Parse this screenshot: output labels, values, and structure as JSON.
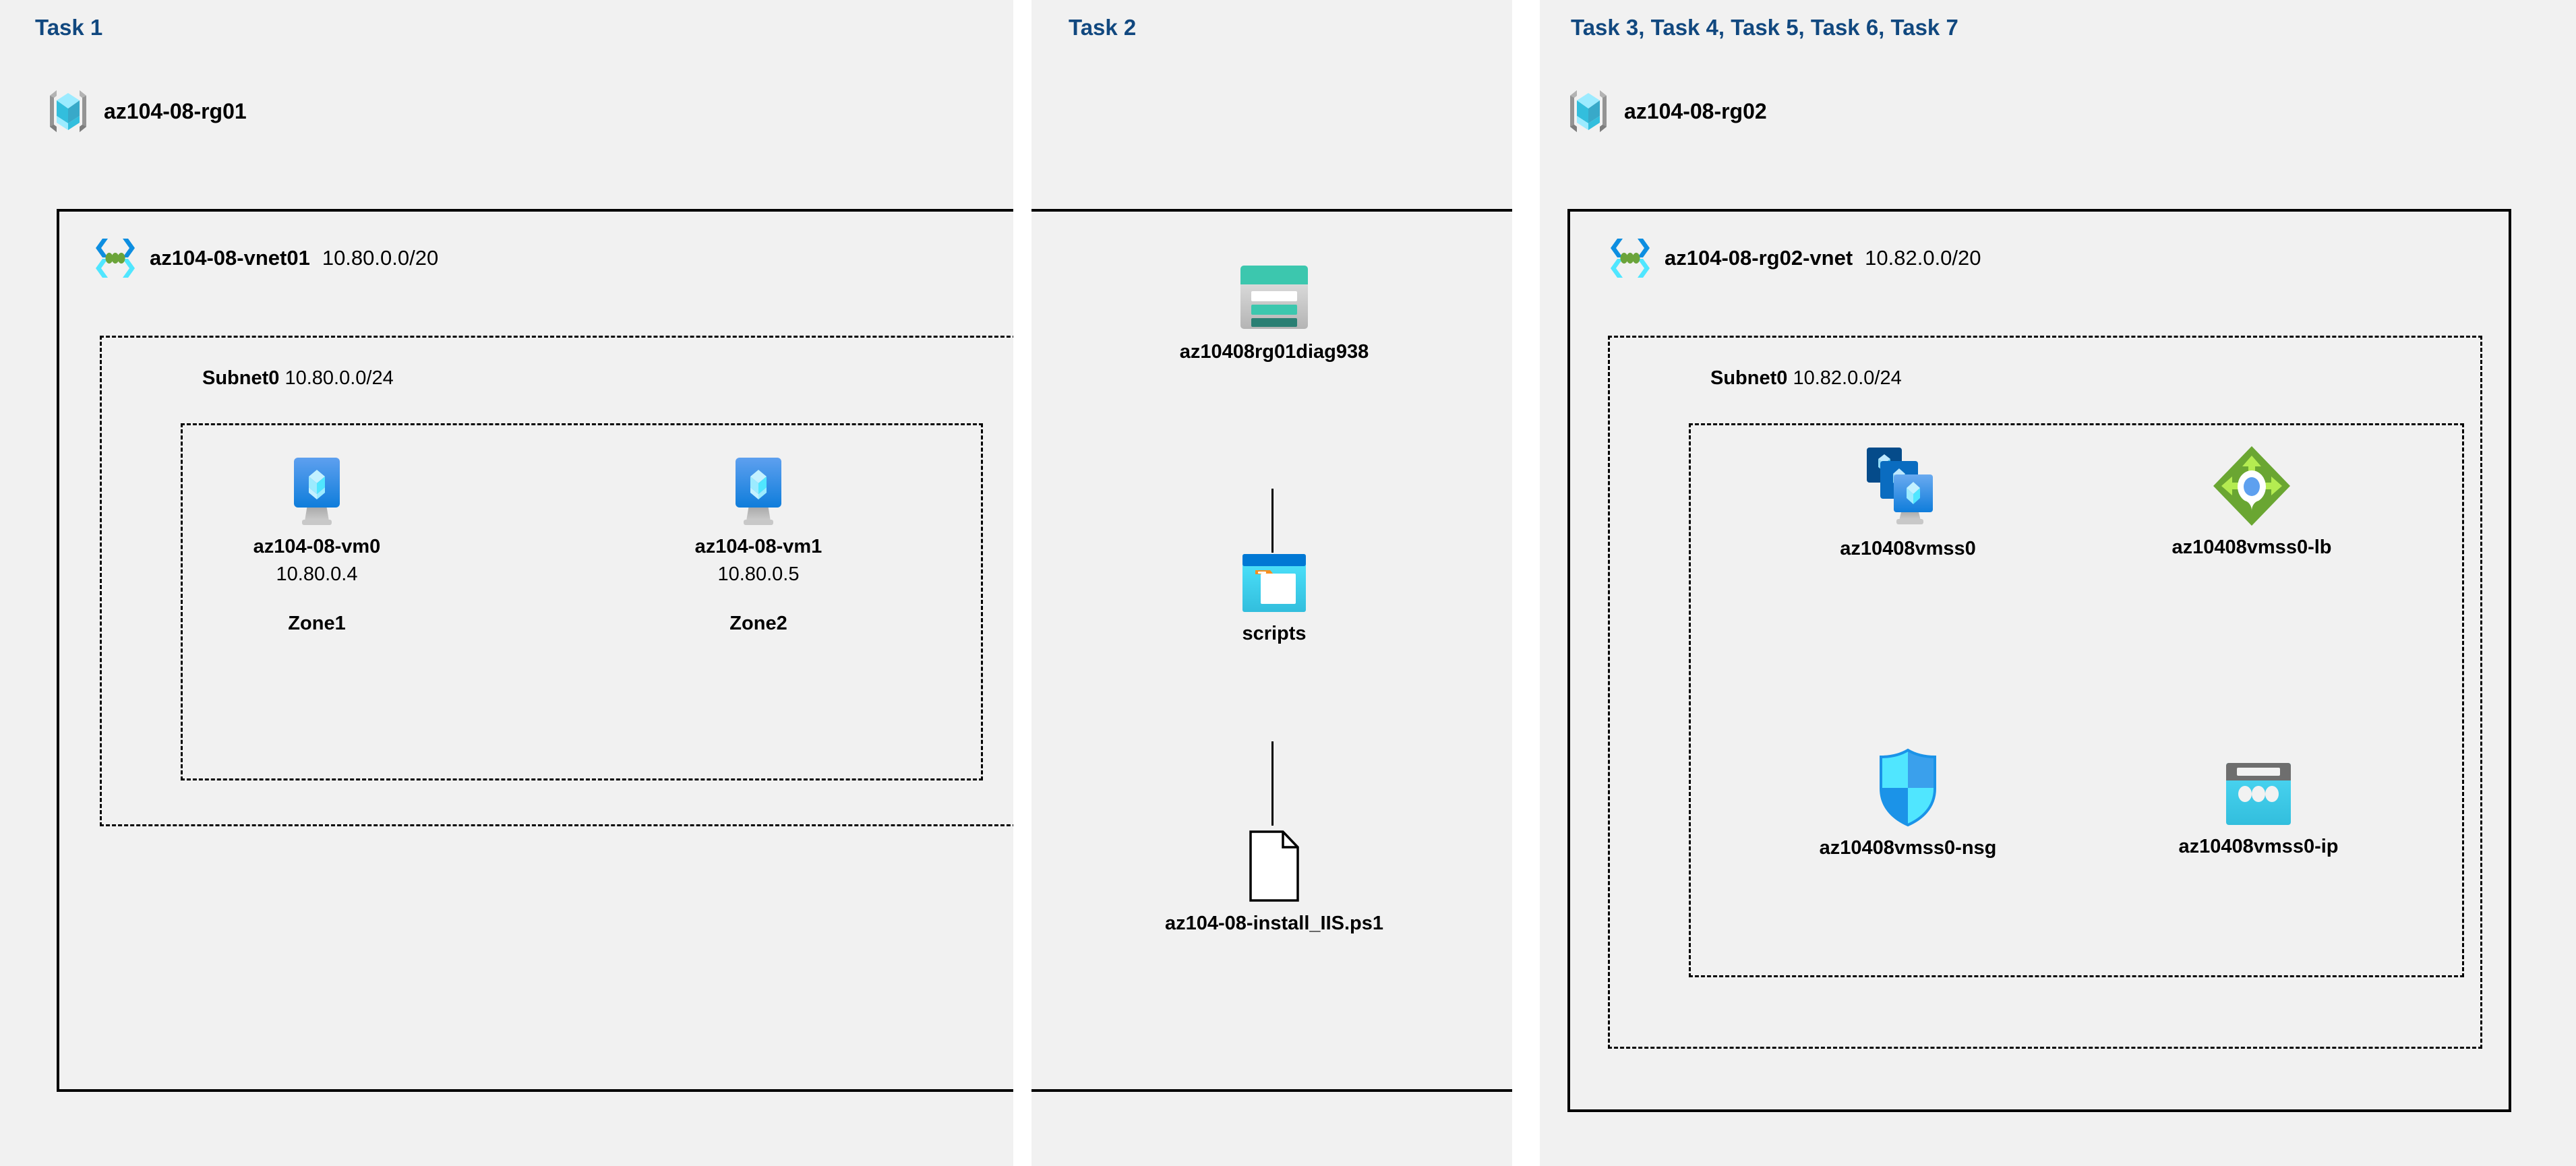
{
  "diagram": {
    "title": "Azure AZ-104-08 lab resource architecture",
    "background": "#ffffff",
    "panel_background": "#f1f1f1",
    "heading_color": "#11487f",
    "border_color": "#000000"
  },
  "panels": [
    {
      "id": "task1",
      "heading": "Task 1",
      "resource_group": {
        "name": "az104-08-rg01",
        "icon": "resource-group-icon"
      },
      "vnet": {
        "icon": "virtual-network-icon",
        "name": "az104-08-vnet01",
        "cidr": "10.80.0.0/20"
      },
      "subnet": {
        "name": "Subnet0",
        "cidr": "10.80.0.0/24"
      },
      "nodes": [
        {
          "icon": "virtual-machine-icon",
          "name": "az104-08-vm0",
          "sub": "10.80.0.4",
          "zone": "Zone1"
        },
        {
          "icon": "virtual-machine-icon",
          "name": "az104-08-vm1",
          "sub": "10.80.0.5",
          "zone": "Zone2"
        }
      ]
    },
    {
      "id": "task2",
      "heading": "Task 2",
      "nodes": [
        {
          "icon": "storage-account-icon",
          "name": "az10408rg01diag938"
        },
        {
          "icon": "blob-container-icon",
          "name": "scripts"
        },
        {
          "icon": "file-icon",
          "name": "az104-08-install_IIS.ps1"
        }
      ]
    },
    {
      "id": "task3",
      "heading": "Task 3, Task 4, Task 5, Task 6, Task 7",
      "resource_group": {
        "name": "az104-08-rg02",
        "icon": "resource-group-icon"
      },
      "vnet": {
        "icon": "virtual-network-icon",
        "name": "az104-08-rg02-vnet",
        "cidr": "10.82.0.0/20"
      },
      "subnet": {
        "name": "Subnet0",
        "cidr": "10.82.0.0/24"
      },
      "nodes": [
        {
          "icon": "vm-scale-set-icon",
          "name": "az10408vmss0"
        },
        {
          "icon": "load-balancer-icon",
          "name": "az10408vmss0-lb"
        },
        {
          "icon": "network-security-group-icon",
          "name": "az10408vmss0-nsg"
        },
        {
          "icon": "public-ip-address-icon",
          "name": "az10408vmss0-ip"
        }
      ]
    }
  ],
  "colors": {
    "azure_blue": "#0078d4",
    "cyan": "#32bedd",
    "light_cyan": "#9cebff",
    "teal": "#3cc7ae",
    "dark_teal": "#2a7f73",
    "green": "#7fba42",
    "light_green": "#b4ec51",
    "gray": "#949494",
    "dark_gray": "#6e6e6e",
    "orange": "#f78d1e"
  }
}
